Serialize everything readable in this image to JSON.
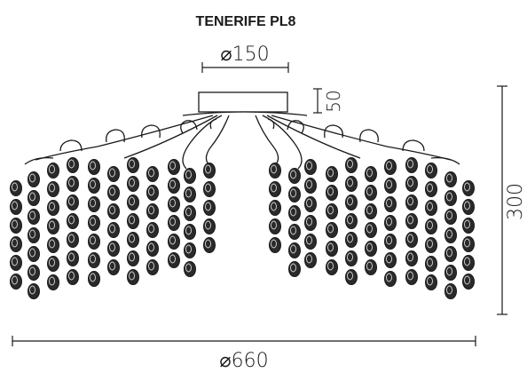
{
  "title": "TENERIFE PL8",
  "dimensions": {
    "canopy_diameter": "⌀150",
    "canopy_height": "50",
    "total_height": "300",
    "total_diameter": "⌀660"
  },
  "colors": {
    "line": "#1a1a1a",
    "crystal_fill": "#2a2a2a",
    "crystal_highlight": "#d8d8d8"
  }
}
